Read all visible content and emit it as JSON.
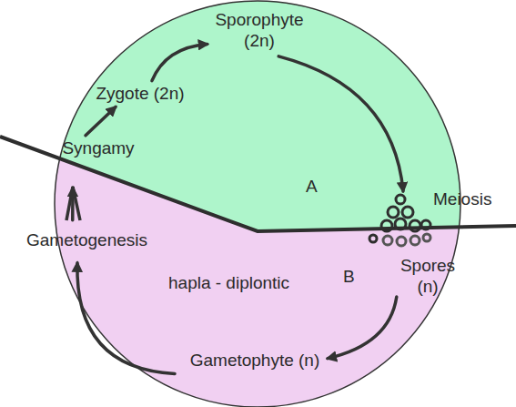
{
  "diagram": {
    "nodes": [
      {
        "text": [
          "Syngamy"
        ]
      },
      {
        "text": [
          "Zygote (2n)"
        ]
      },
      {
        "text": [
          "Sporophyte (2n)"
        ]
      },
      {
        "text": [
          "Spores (n)"
        ]
      },
      {
        "text": [
          "Gametophyte (n)"
        ]
      },
      {
        "text": [
          "Gametogenesis"
        ]
      }
    ],
    "edges": [
      {
        "from": 0,
        "to": 1,
        "arrow": "to"
      },
      {
        "from": 1,
        "to": 2,
        "arrow": "to"
      },
      {
        "from": 2,
        "to": 3,
        "arrow": "to"
      },
      {
        "from": 3,
        "to": 4,
        "arrow": "to"
      },
      {
        "from": 4,
        "to": 5,
        "arrow": "to"
      },
      {
        "from": 5,
        "to": 0,
        "arrow": "to"
      }
    ],
    "labels": [
      "A",
      "Meiosis",
      "hapla - diplontic",
      "B"
    ]
  }
}
